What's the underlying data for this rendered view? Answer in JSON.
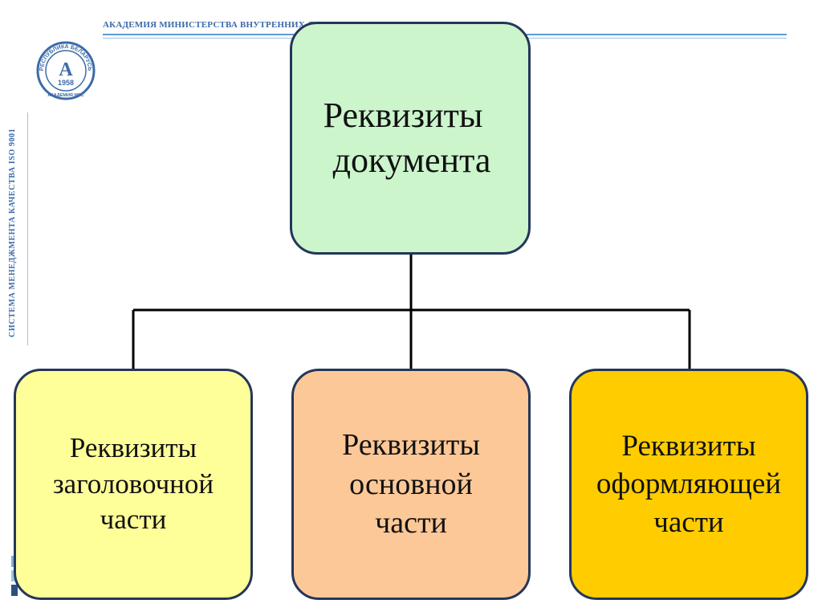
{
  "header": {
    "title": "АКАДЕМИЯ МИНИСТЕРСТВА ВНУТРЕННИХ Д"
  },
  "sidebar": {
    "vertical_text": "СИСТЕМА МЕНЕДЖМЕНТА КАЧЕСТВА ISO 9001"
  },
  "logo": {
    "top_text": "РЕСПУБЛИКА БЕЛАРУСЬ",
    "letter": "А",
    "year": "1958",
    "bottom_text": "АКАДЕМИЯ МВС"
  },
  "colors": {
    "accent": "#3c6ba8",
    "border": "#24365a",
    "root_fill": "#ccf5cc",
    "left_fill": "#ffff99",
    "middle_fill": "#fdc898",
    "right_fill": "#ffcc00"
  },
  "diagram": {
    "root": {
      "lines": [
        "Реквизиты",
        "документа"
      ]
    },
    "children": [
      {
        "lines": [
          "Реквизиты",
          "заголовочной",
          "части"
        ]
      },
      {
        "lines": [
          "Реквизиты",
          "основной",
          "части"
        ]
      },
      {
        "lines": [
          "Реквизиты",
          "оформляющей",
          "части"
        ]
      }
    ]
  }
}
